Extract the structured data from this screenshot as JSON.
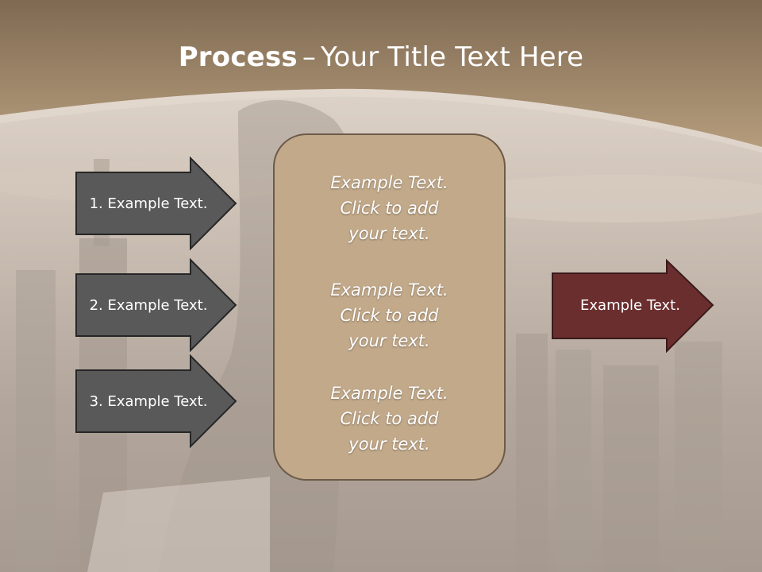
{
  "title": {
    "bold": "Process",
    "separator": "–",
    "rest": "Your Title Text Here"
  },
  "left_arrows": [
    {
      "label": "1. Example Text."
    },
    {
      "label": "2. Example Text."
    },
    {
      "label": "3. Example Text."
    }
  ],
  "center_blocks": [
    {
      "line1": "Example Text.",
      "line2": "Click  to add",
      "line3": "your text."
    },
    {
      "line1": "Example Text.",
      "line2": "Click  to add",
      "line3": "your text."
    },
    {
      "line1": "Example Text.",
      "line2": "Click  to add",
      "line3": "your text."
    }
  ],
  "right_arrow": {
    "label": "Example Text."
  },
  "colors": {
    "header_band": "#9c8567",
    "left_arrow_fill": "#595959",
    "center_box_fill": "#c2a98a",
    "right_arrow_fill": "#6b2e2e"
  }
}
